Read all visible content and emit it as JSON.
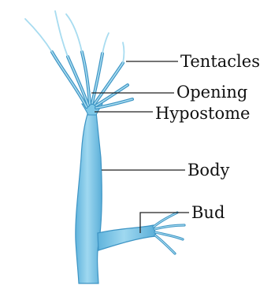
{
  "labels": {
    "tentacles": "Tentacles",
    "opening": "Opening",
    "hypostome": "Hypostome",
    "body": "Body",
    "bud": "Bud"
  },
  "colors": {
    "body_fill": "#7ec8e8",
    "body_stroke": "#3d94c4",
    "tentacle_light": "#a8dcf0",
    "leader_line": "#222222",
    "text": "#111111"
  }
}
